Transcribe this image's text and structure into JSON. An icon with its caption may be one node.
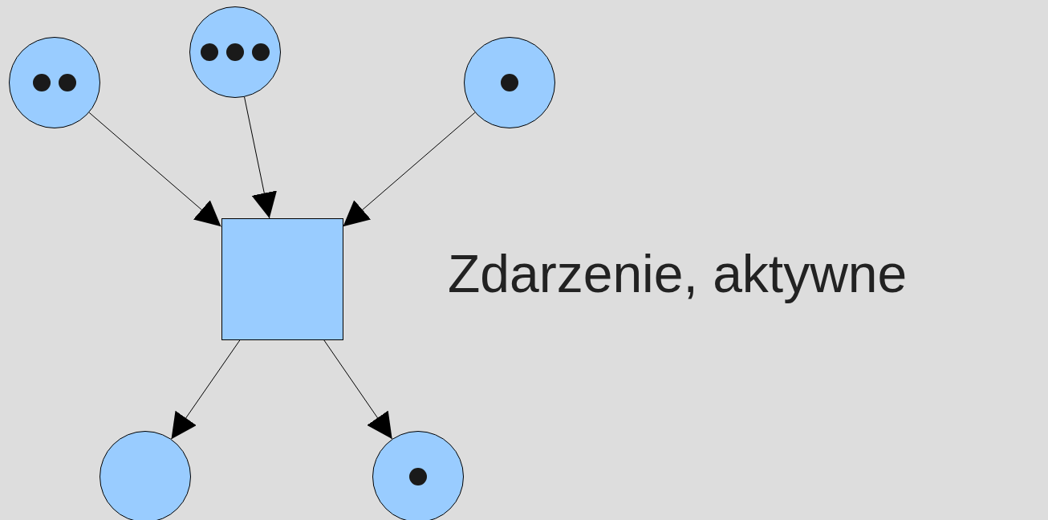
{
  "diagram": {
    "nodes": [
      {
        "text": [],
        "shape": "circle"
      },
      {
        "text": [],
        "shape": "circle",
        "in": 0
      },
      {
        "text": [],
        "shape": "circle",
        "in": 0
      },
      {
        "text": [],
        "shape": "circle"
      },
      {
        "text": [],
        "shape": "circle",
        "in": 3
      },
      {
        "text": [],
        "shape": "circle",
        "in": 3
      },
      {
        "text": [],
        "shape": "circle",
        "in": 3
      },
      {
        "text": [],
        "shape": "circle"
      },
      {
        "text": [],
        "shape": "circle",
        "in": 7
      },
      {
        "text": [],
        "shape": "box"
      },
      {
        "text": [],
        "shape": "circle"
      },
      {
        "text": [],
        "shape": "circle"
      },
      {
        "text": [],
        "shape": "circle",
        "in": 11
      }
    ],
    "edges": [
      {
        "from": 0,
        "to": 9,
        "arrow": "to"
      },
      {
        "from": 3,
        "to": 9,
        "arrow": "to"
      },
      {
        "from": 7,
        "to": 9,
        "arrow": "to"
      },
      {
        "from": 9,
        "to": 10,
        "arrow": "to"
      },
      {
        "from": 9,
        "to": 11,
        "arrow": "to"
      }
    ],
    "labels": [
      "Zdarzenie, aktywne"
    ]
  }
}
